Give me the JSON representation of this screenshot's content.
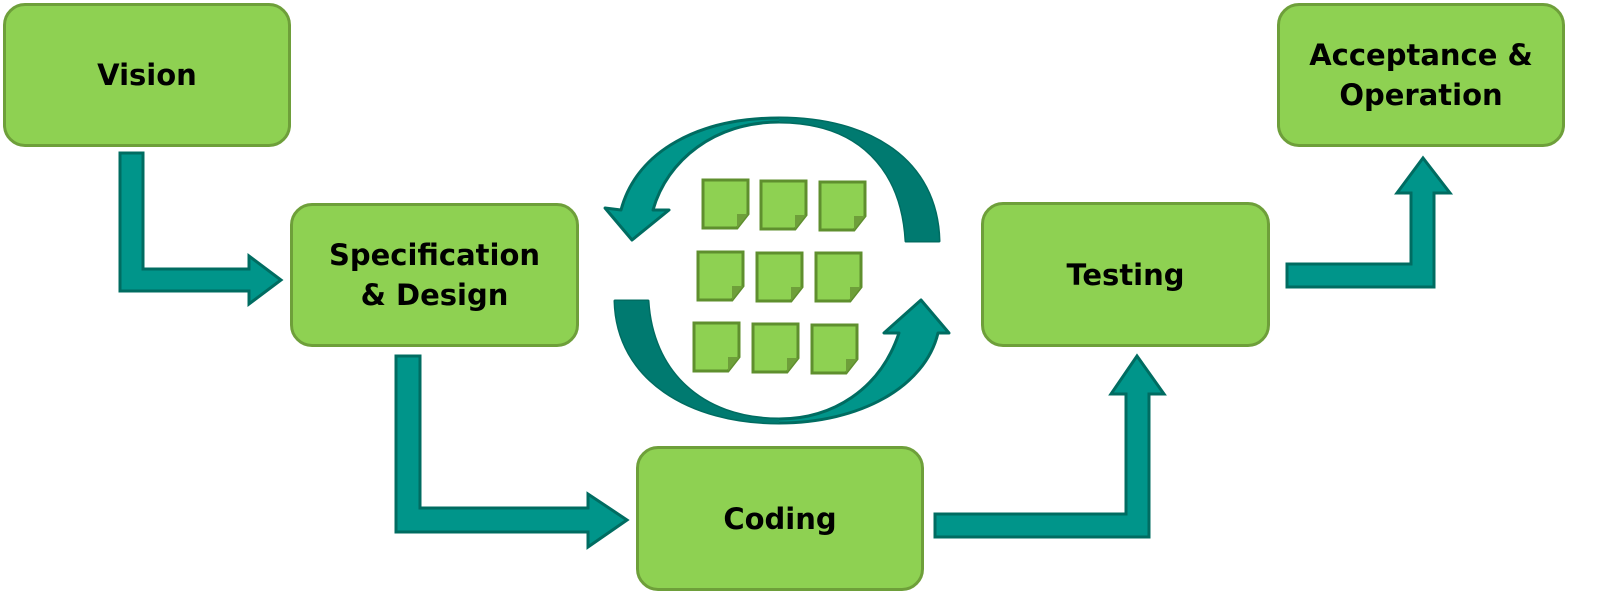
{
  "diagram": {
    "stages": {
      "vision": "Vision",
      "specification_design": "Specification\n& Design",
      "coding": "Coding",
      "testing": "Testing",
      "acceptance_operation": "Acceptance &\nOperation"
    },
    "flow": [
      {
        "from": "Vision",
        "to": "Specification & Design"
      },
      {
        "from": "Specification & Design",
        "to": "Coding"
      },
      {
        "from": "Coding",
        "to": "Testing"
      },
      {
        "from": "Testing",
        "to": "Acceptance & Operation"
      }
    ],
    "iteration_cycle": {
      "arrows": 2,
      "direction": "circular",
      "work_item_count": 9
    },
    "colors": {
      "box_fill": "#8ed152",
      "box_border": "#6e9f3a",
      "arrow_fill": "#00958a",
      "arrow_stroke": "#006c61",
      "arrow_dark": "#007a70",
      "note_fill": "#8ed152",
      "note_border": "#5f8f2e",
      "note_fold": "#6e9f3a"
    },
    "icons": {
      "flow_arrow": "bent-arrow-icon",
      "cycle_arrow": "circular-arrow-icon",
      "work_item": "sticky-note-icon"
    }
  }
}
